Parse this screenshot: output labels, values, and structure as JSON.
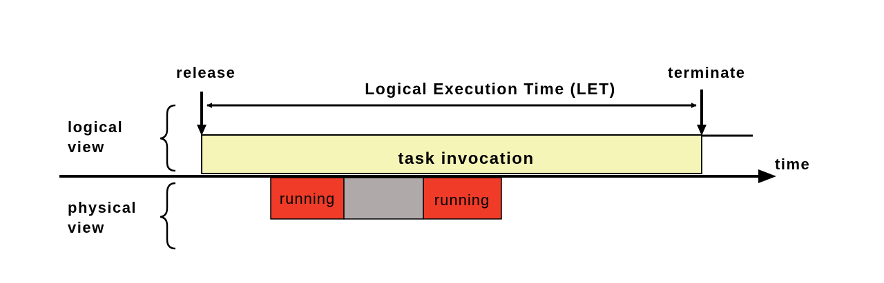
{
  "labels": {
    "release": "release",
    "terminate": "terminate",
    "let": "Logical Execution Time (LET)",
    "logical_line1": "logical",
    "logical_line2": "view",
    "physical_line1": "physical",
    "physical_line2": "view",
    "time": "time",
    "task": "task invocation",
    "running1": "running",
    "running2": "running"
  },
  "colors": {
    "task_fill": "#f5f5b8",
    "running_fill": "#ef3b28",
    "preempted_fill": "#b0a9a9",
    "line": "#000000"
  }
}
